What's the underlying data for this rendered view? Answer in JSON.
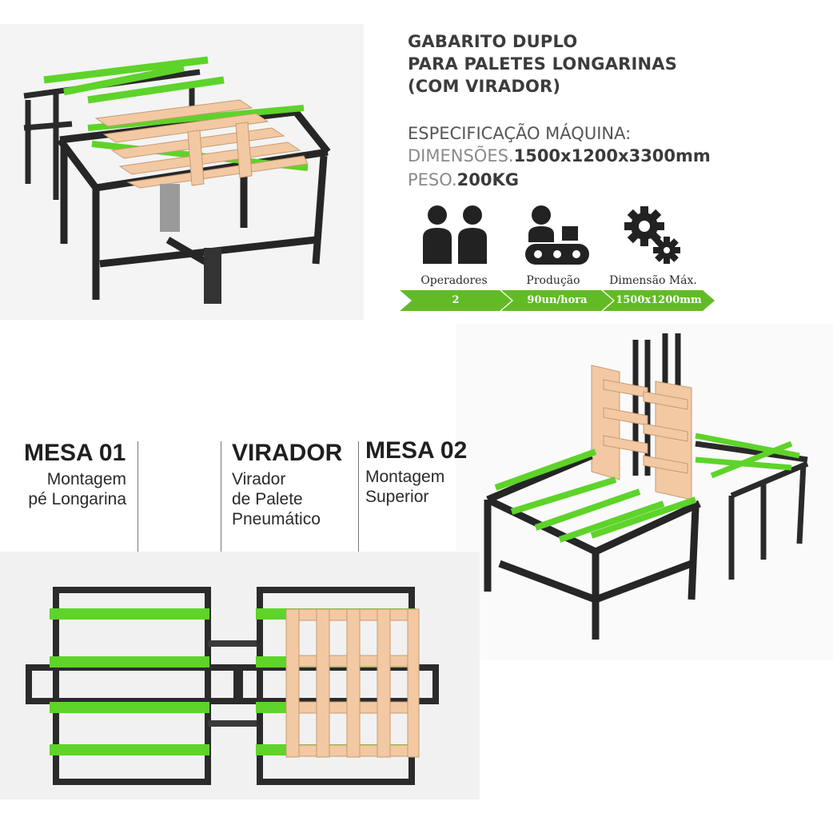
{
  "header": {
    "title_lines": [
      "GABARITO DUPLO",
      "PARA PALETES LONGARINAS",
      "(COM VIRADOR)"
    ]
  },
  "specs": {
    "heading": "ESPECIFICAÇÃO MÁQUINA:",
    "dimensions_label": "DIMENSÕES.",
    "dimensions_value": "1500x1200x3300mm",
    "weight_label": "PESO.",
    "weight_value": "200KG"
  },
  "features": [
    {
      "icon": "operators-icon",
      "label": "Operadores",
      "value": "2"
    },
    {
      "icon": "production-conveyor-icon",
      "label": "Produção",
      "value": "90un/hora"
    },
    {
      "icon": "gears-icon",
      "label": "Dimensão Máx.",
      "value": "1500x1200mm"
    }
  ],
  "callouts": [
    {
      "title": "MESA 01",
      "lines": [
        "Montagem",
        "pé Longarina"
      ]
    },
    {
      "title": "VIRADOR",
      "lines": [
        "Virador",
        "de Palete",
        "Pneumático"
      ]
    },
    {
      "title": "MESA 02",
      "lines": [
        "Montagem",
        "Superior"
      ]
    }
  ],
  "colors": {
    "accent_green": "#5ed32a",
    "frame_dark": "#2b2b2b",
    "wood": "#f2c9a3",
    "chevron_green": "#62bb26",
    "text_dark": "#3c3c3c"
  }
}
